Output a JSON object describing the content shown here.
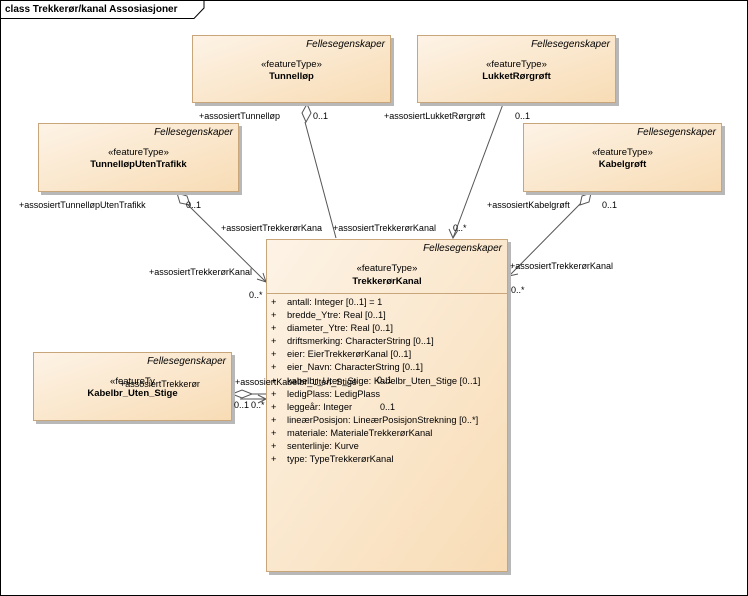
{
  "diagram": {
    "title": "class Trekkerør/kanal Assosiasjoner",
    "tag": "Fellesegenskaper",
    "stereotype": "«featureType»"
  },
  "classes": {
    "tunnellop": {
      "name": "Tunnelløp"
    },
    "lukketrorgroft": {
      "name": "LukketRørgrøft"
    },
    "tunnellopUtenTrafikk": {
      "name": "TunnelløpUtenTrafikk"
    },
    "kabelgroft": {
      "name": "Kabelgrøft"
    },
    "trekkerorKanal": {
      "name": "TrekkerørKanal",
      "attributes": [
        "antall: Integer [0..1] = 1",
        "bredde_Ytre: Real [0..1]",
        "diameter_Ytre: Real [0..1]",
        "driftsmerking: CharacterString [0..1]",
        "eier: EierTrekkerørKanal [0..1]",
        "eier_Navn: CharacterString [0..1]",
        "kabelbr_Uten_Stige: Kabelbr_Uten_Stige [0..1]",
        "ledigPlass: LedigPlass",
        "leggeår: Integer",
        "lineærPosisjon: LineærPosisjonStrekning [0..*]",
        "materiale: MaterialeTrekkerørKanal",
        "senterlinje: Kurve",
        "type: TypeTrekkerørKanal"
      ]
    },
    "kabelbr": {
      "name": "Kabelbr_Uten_Stige",
      "stereotype_partial": "«featureTy"
    }
  },
  "roles": {
    "r1": "+assosiertTunnelløp",
    "r2": "0..1",
    "r3": "+assosiertLukketRørgrøft",
    "r4": "0..1",
    "r5": "+assosiertTunnelløpUtenTrafikk",
    "r6": "0..1",
    "r7": "+assosiertKabelgrøft",
    "r8": "0..1",
    "r9": "+assosiertTrekkerørKana",
    "r10": "+assosiertTrekkerørKanal",
    "r11": "0..*",
    "r12": "+assosiertTrekkerørKanal",
    "r13": "0..*",
    "r14": "+assosiertTrekkerørKanal",
    "r15": "0..*",
    "r16": "+assosiertTrekkerør",
    "r17": "+assosiertKabelbr_Uten_Stige",
    "r18": "0..1",
    "r19": "0..1",
    "r20": "0..*",
    "r21": "0..1"
  }
}
